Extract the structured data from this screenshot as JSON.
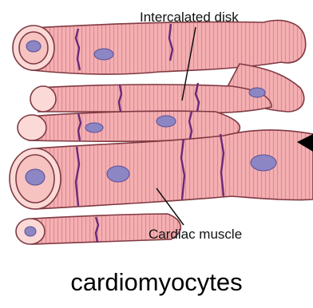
{
  "labels": {
    "intercalated_disk": "Intercalated disk",
    "cardiac_muscle": "Cardiac muscle"
  },
  "caption": "cardiomyocytes",
  "colors": {
    "fiber_fill": "#f5b0b2",
    "fiber_stroke": "#7f3942",
    "striation": "#e08b93",
    "disk": "#6a2a78",
    "nucleus": "#8c86c4",
    "cut_end": "#fbd9d6"
  }
}
